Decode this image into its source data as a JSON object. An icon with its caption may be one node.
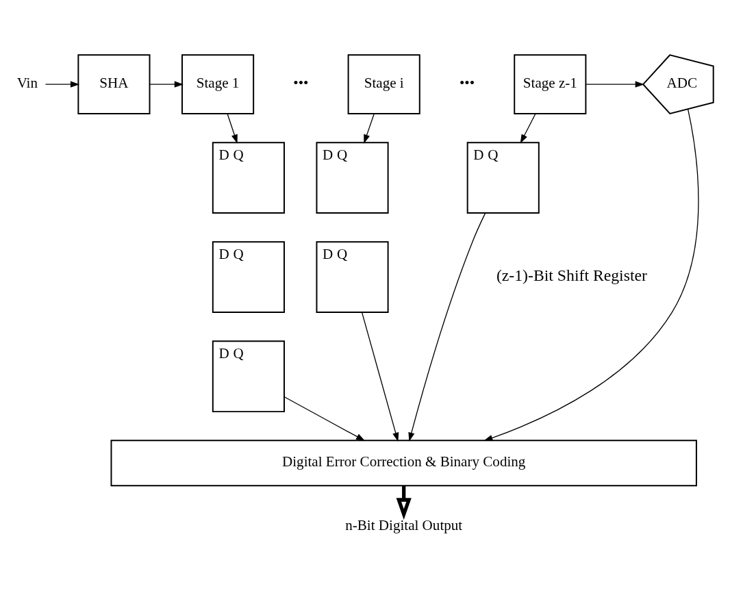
{
  "diagram": {
    "nodes": [
      {
        "text": [
          "Vin"
        ]
      },
      {
        "text": [
          "SHA"
        ]
      },
      {
        "text": [
          "Stage 1"
        ]
      },
      {
        "text": [
          "Stage i"
        ]
      },
      {
        "text": [
          "Stage z-1"
        ]
      },
      {
        "text": [
          "ADC"
        ]
      },
      {
        "text": [
          "D",
          "Q"
        ]
      },
      {
        "text": [
          "D",
          "Q"
        ]
      },
      {
        "text": [
          "D",
          "Q"
        ]
      },
      {
        "text": [
          "D",
          "Q"
        ]
      },
      {
        "text": [
          "D",
          "Q"
        ]
      },
      {
        "text": [
          "D",
          "Q"
        ]
      },
      {
        "text": [
          "Digital Error Correction & Binary Coding"
        ]
      },
      {
        "text": [
          "n-Bit Digital Output"
        ]
      }
    ],
    "edges": [
      {
        "from": 0,
        "to": 1,
        "arrow": "to"
      },
      {
        "from": 1,
        "to": 2,
        "arrow": "to"
      },
      {
        "from": 4,
        "to": 5,
        "arrow": "to"
      },
      {
        "from": 2,
        "to": 6,
        "arrow": "to"
      },
      {
        "from": 3,
        "to": 7,
        "arrow": "to"
      },
      {
        "from": 4,
        "to": 8,
        "arrow": "to"
      },
      {
        "from": 11,
        "to": 12,
        "arrow": "to"
      },
      {
        "from": 10,
        "to": 12,
        "arrow": "to"
      },
      {
        "from": 8,
        "to": 12,
        "arrow": "to"
      },
      {
        "from": 5,
        "to": 12,
        "arrow": "to"
      },
      {
        "from": 12,
        "to": 13,
        "arrow": "to",
        "style": "thick"
      }
    ],
    "labels": [
      "•••",
      "•••",
      "(z-1)-Bit Shift Register"
    ]
  }
}
